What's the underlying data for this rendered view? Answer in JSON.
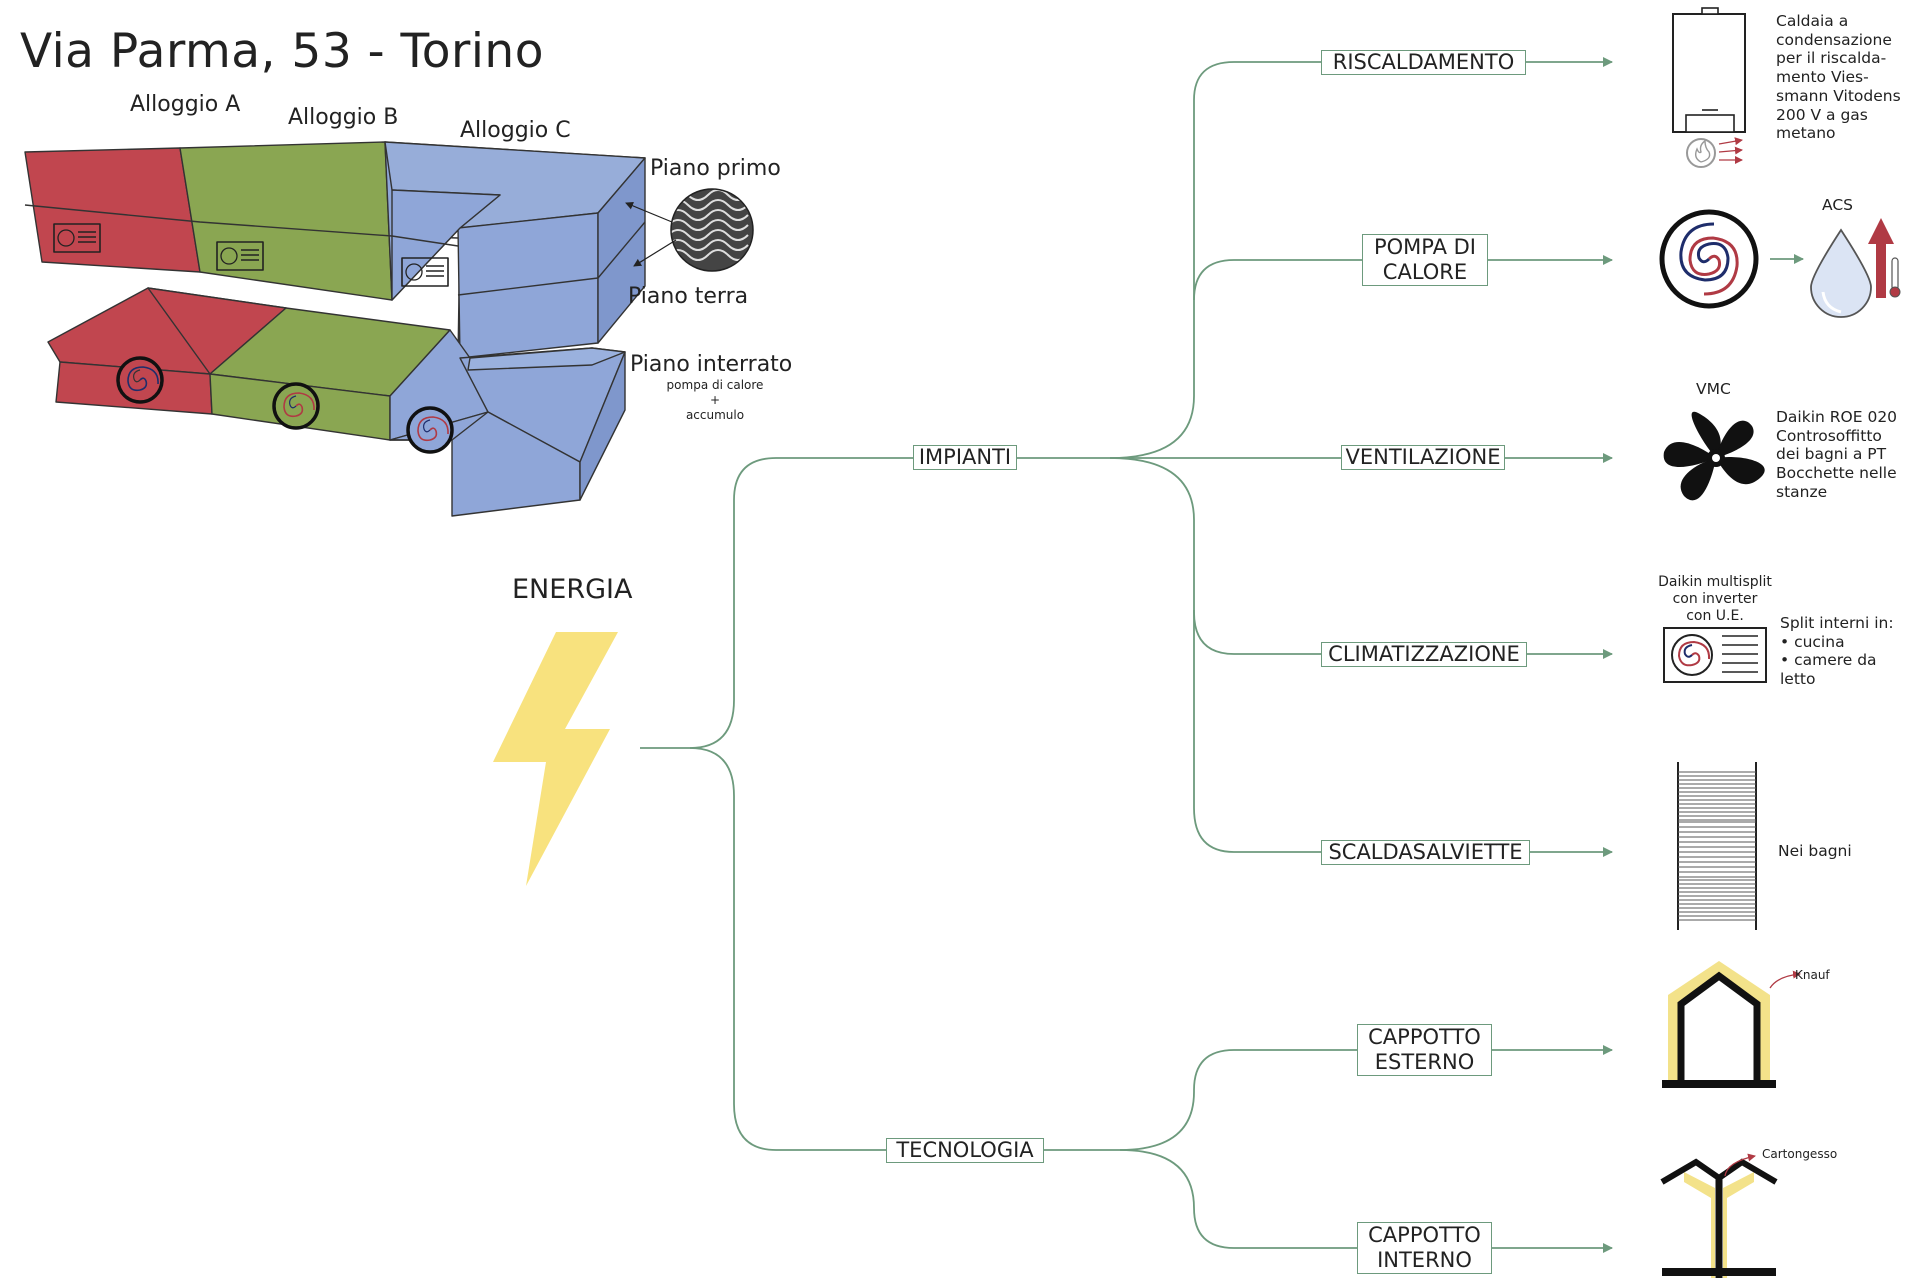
{
  "header": {
    "title": "Via Parma, 53 - Torino"
  },
  "building": {
    "units": [
      "Alloggio A",
      "Alloggio B",
      "Alloggio C"
    ],
    "floors": {
      "first": "Piano primo",
      "ground": "Piano terra",
      "basement": "Piano interrato"
    },
    "basement_note": [
      "pompa di calore",
      "+",
      "accumulo"
    ]
  },
  "root": {
    "label": "ENERGIA"
  },
  "branches": {
    "impianti": "IMPIANTI",
    "tecnologia": "TECNOLOGIA"
  },
  "leaves": {
    "riscaldamento": "RISCALDAMENTO",
    "pompa": "POMPA DI\nCALORE",
    "ventilazione": "VENTILAZIONE",
    "climatizzazione": "CLIMATIZZAZIONE",
    "scaldasalviette": "SCALDASALVIETTE",
    "cappotto_esterno": "CAPPOTTO\nESTERNO",
    "cappotto_interno": "CAPPOTTO\nINTERNO"
  },
  "details": {
    "caldaia": "Caldaia a\ncondensazione\nper il riscalda-\nmento Vies-\nsmann Vitodens\n200 V a gas\nmetano",
    "acs": "ACS",
    "vmc": "VMC",
    "daikin_roe": "Daikin ROE 020\nControsoffitto\ndei bagni a PT\nBocchette nelle\nstanze",
    "daikin_multi": "Daikin multisplit\ncon inverter\ncon U.E.",
    "split": "Split interni in:\n• cucina\n• camere da\nletto",
    "bagni": "Nei bagni",
    "knauf": "Knauf",
    "cartongesso": "Cartongesso"
  },
  "colors": {
    "unit_a": "#c1464f",
    "unit_b": "#8aa652",
    "unit_c": "#8fa6d8",
    "connector": "#6d9a7d",
    "bolt": "#f8e27e",
    "accent_red": "#b03a44",
    "insulation": "#f3e28a"
  }
}
